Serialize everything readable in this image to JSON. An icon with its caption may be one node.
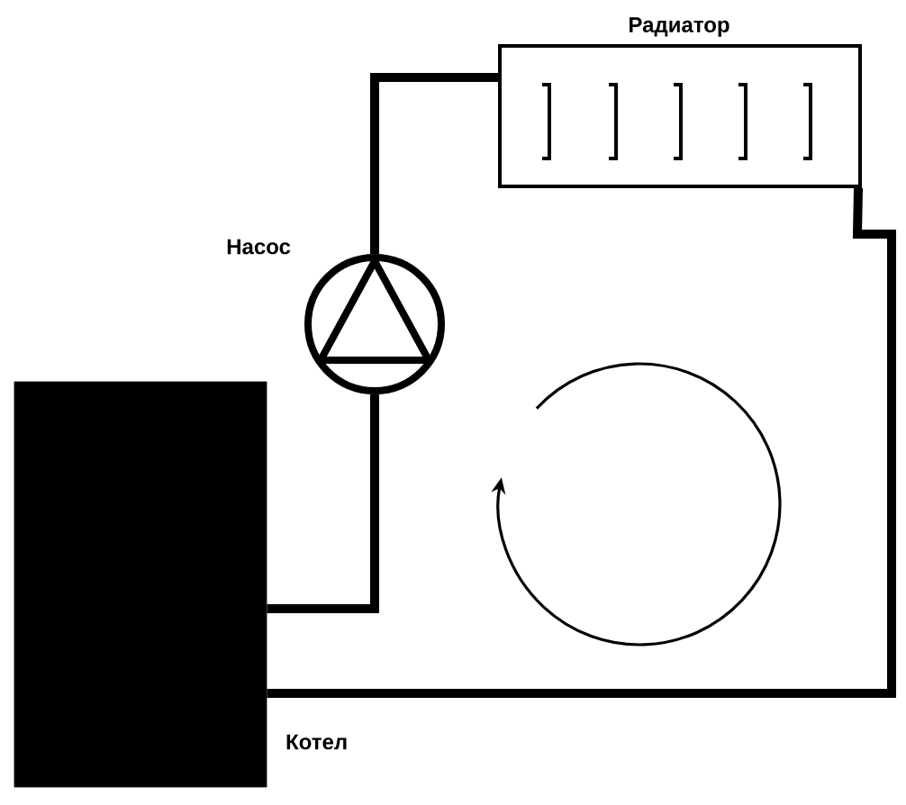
{
  "diagram": {
    "nodes": [
      {
        "text": [
          "Котел"
        ]
      },
      {
        "text": [
          "Насос"
        ]
      },
      {
        "text": [
          "Радиатор"
        ]
      }
    ],
    "edges": [
      {
        "from": 0,
        "to": 1,
        "arrow": "none"
      },
      {
        "from": 1,
        "to": 2,
        "arrow": "none"
      },
      {
        "from": 2,
        "to": 0,
        "arrow": "none"
      }
    ]
  }
}
